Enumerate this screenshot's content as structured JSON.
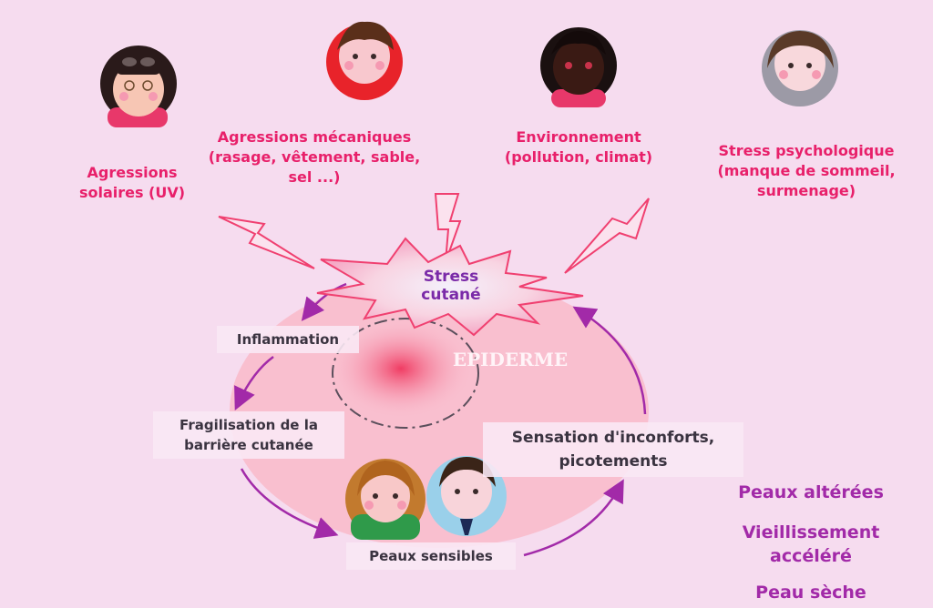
{
  "stressors": [
    {
      "label": "Agressions\nsolaires  (UV)"
    },
    {
      "label": "Agressions mécaniques\n(rasage, vêtement, sable,\nsel ...)"
    },
    {
      "label": "Environnement\n(pollution, climat)"
    },
    {
      "label": "Stress psychologique\n(manque de sommeil,\nsurmenage)"
    }
  ],
  "center": {
    "burst": "Stress\ncutané",
    "core": "EPIDERME"
  },
  "cycle": {
    "inflammation": "Inflammation",
    "barrier": "Fragilisation de la\nbarrière cutanée",
    "sensitive": "Peaux sensibles",
    "discomfort": "Sensation d'inconforts,\npicotements"
  },
  "outcomes": [
    "Peaux altérées",
    "Vieillissement\naccéléré",
    "Peau sèche"
  ],
  "colors": {
    "background": "#f6dcef",
    "label_pink": "#e8206a",
    "arrow_purple": "#a22aa8",
    "ellipse_fill": "#f9bfcf"
  }
}
